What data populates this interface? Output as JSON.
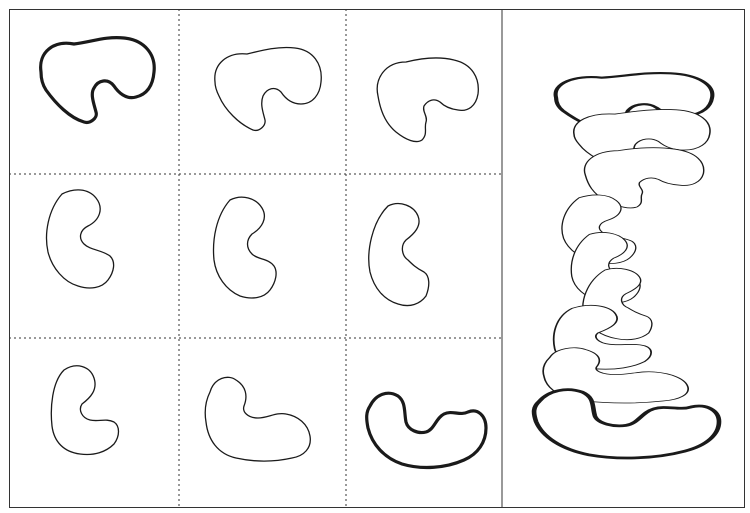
{
  "figure": {
    "grid_rows": 3,
    "grid_cols": 3,
    "panels": [
      {
        "id": "frame-1",
        "emphasis": "bold"
      },
      {
        "id": "frame-2",
        "emphasis": "normal"
      },
      {
        "id": "frame-3",
        "emphasis": "normal"
      },
      {
        "id": "frame-4",
        "emphasis": "normal"
      },
      {
        "id": "frame-5",
        "emphasis": "normal"
      },
      {
        "id": "frame-6",
        "emphasis": "normal"
      },
      {
        "id": "frame-7",
        "emphasis": "normal"
      },
      {
        "id": "frame-8",
        "emphasis": "normal"
      },
      {
        "id": "frame-9",
        "emphasis": "bold"
      }
    ],
    "stack_panel": {
      "layers": 9,
      "top_layer": "frame-1",
      "bottom_layer": "frame-9"
    },
    "colors": {
      "stroke": "#1a1a1a",
      "background": "#ffffff",
      "grid": "#333333"
    }
  }
}
